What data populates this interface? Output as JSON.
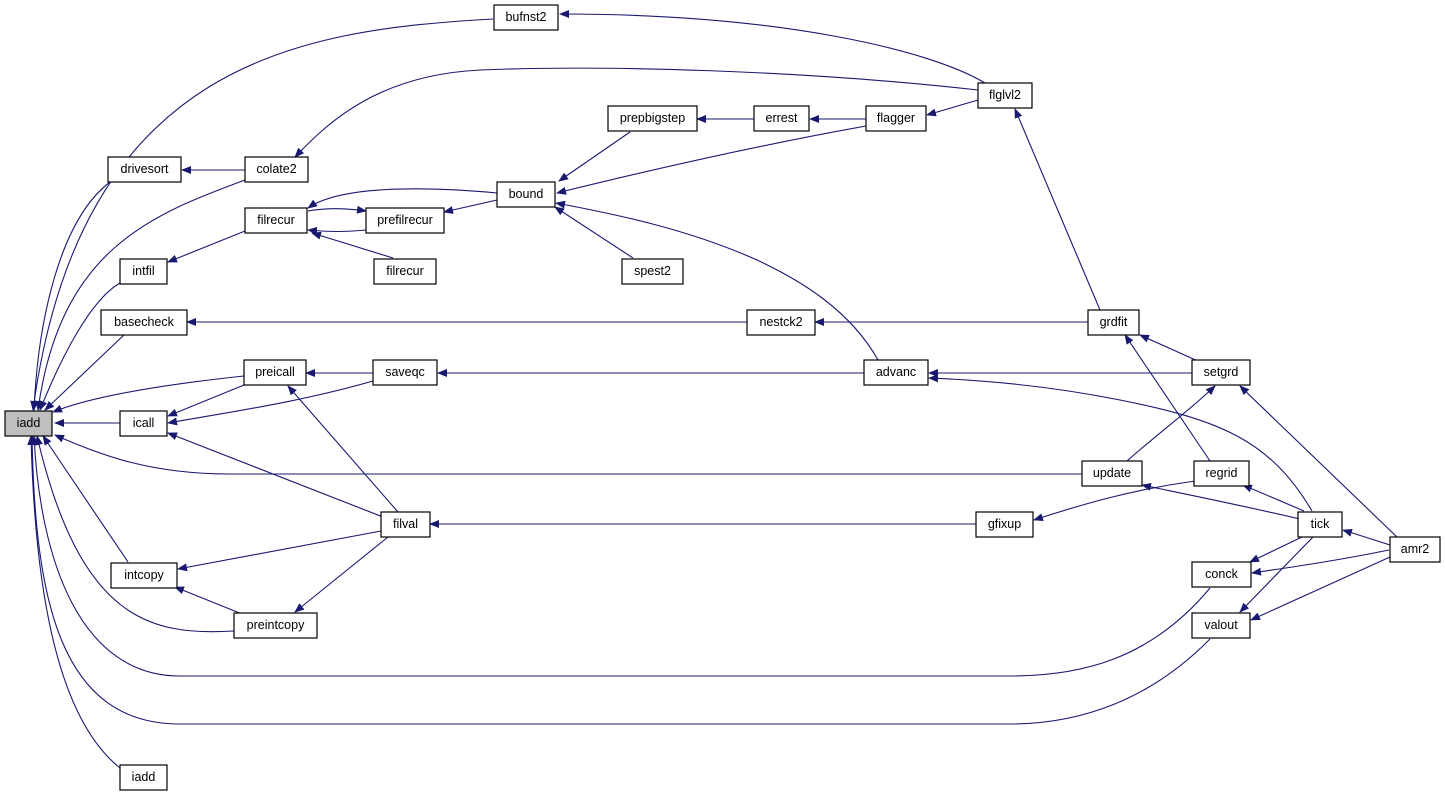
{
  "colors": {
    "edge": "#191970",
    "node_border": "#000000",
    "focus_fill": "#bfbfbf",
    "background": "#ffffff"
  },
  "nodes": {
    "iadd_main": "iadd",
    "bufnst2": "bufnst2",
    "drivesort": "drivesort",
    "colate2": "colate2",
    "intfil": "intfil",
    "filrecur_a": "filrecur",
    "prefilrecur": "prefilrecur",
    "filrecur_b": "filrecur",
    "basecheck": "basecheck",
    "preicall": "preicall",
    "saveqc": "saveqc",
    "icall": "icall",
    "filval": "filval",
    "intcopy": "intcopy",
    "preintcopy": "preintcopy",
    "iadd_leaf": "iadd",
    "prepbigstep": "prepbigstep",
    "errest": "errest",
    "flagger": "flagger",
    "flglvl2": "flglvl2",
    "bound": "bound",
    "spest2": "spest2",
    "nestck2": "nestck2",
    "advanc": "advanc",
    "grdfit": "grdfit",
    "setgrd": "setgrd",
    "update": "update",
    "regrid": "regrid",
    "gfixup": "gfixup",
    "tick": "tick",
    "conck": "conck",
    "amr2": "amr2",
    "valout": "valout"
  }
}
